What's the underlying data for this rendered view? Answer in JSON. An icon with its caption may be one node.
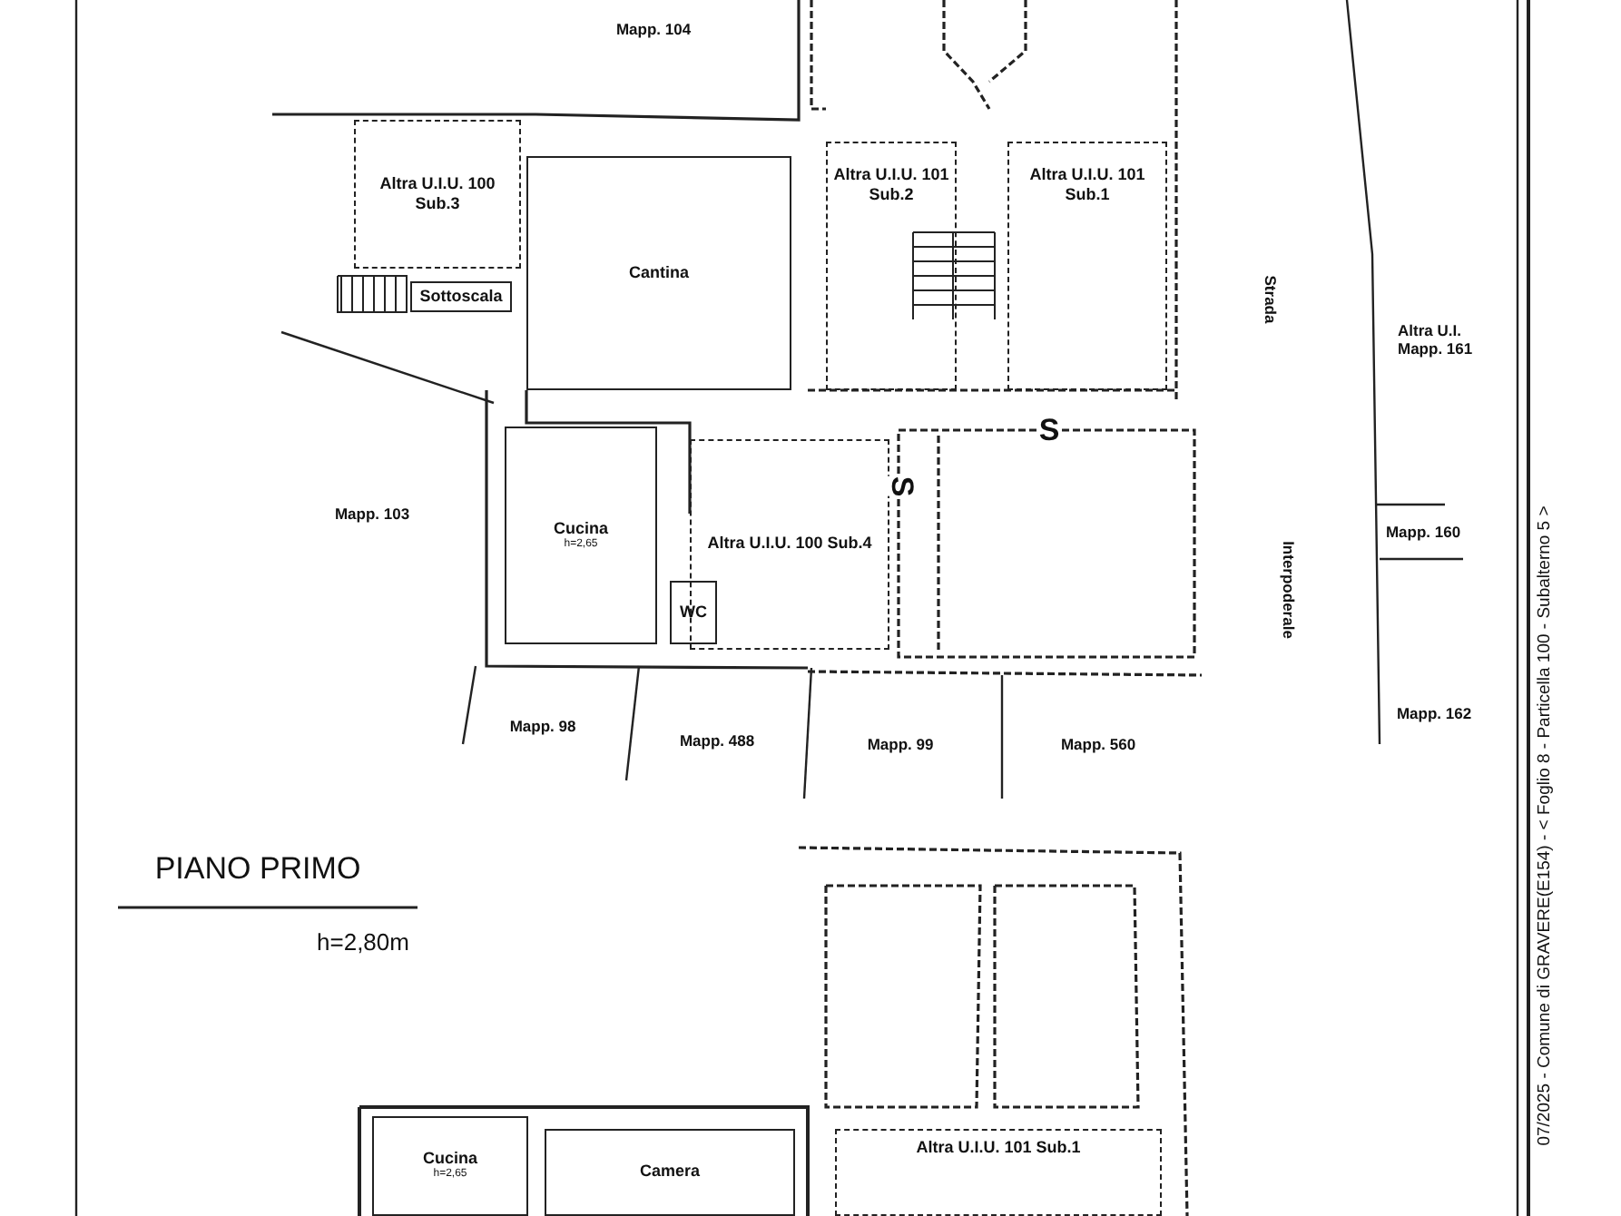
{
  "diagram": {
    "nodes": [
      {
        "text": [
          "Altra U.I.U. 100 Sub.3"
        ]
      },
      {
        "text": [
          "Sottoscala"
        ]
      },
      {
        "text": [
          "Cantina"
        ]
      },
      {
        "text": [
          "Altra U.I.U. 101 Sub.2"
        ]
      },
      {
        "text": [
          "Altra U.I.U. 101 Sub.1"
        ]
      },
      {
        "text": [
          "Cucina",
          "h=2,65"
        ]
      },
      {
        "text": [
          "WC"
        ]
      },
      {
        "text": [
          "Altra U.I.U. 100 Sub.4"
        ]
      },
      {
        "text": [
          "Cucina",
          "h=2,65"
        ]
      },
      {
        "text": [
          "Camera"
        ]
      },
      {
        "text": [
          "Altra U.I.U. 101 Sub.1"
        ]
      }
    ],
    "labels": [
      "Mapp. 104",
      "Strada",
      "Altra U.I. Mapp. 161",
      "S",
      "S",
      "Mapp. 103",
      "Interpoderale",
      "Mapp. 160",
      "Mapp. 98",
      "Mapp. 488",
      "Mapp. 99",
      "Mapp. 560",
      "Mapp. 162",
      "PIANO PRIMO",
      "h=2,80m",
      "07/2025 - Comune di GRAVERE(E154) - < Foglio 8 - Particella 100 - Subalterno 5 >"
    ]
  }
}
